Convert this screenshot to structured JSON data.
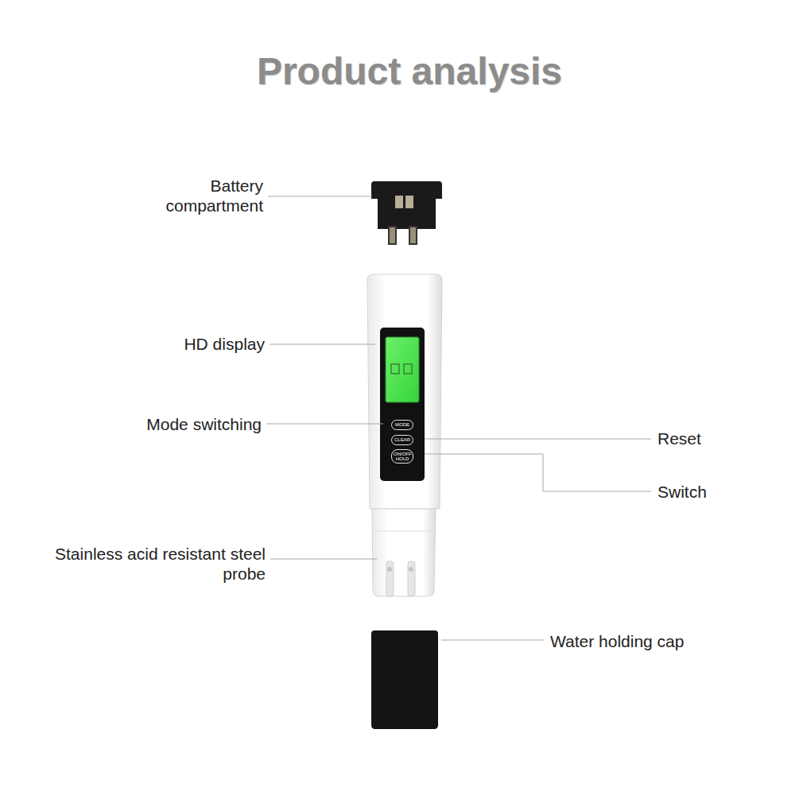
{
  "diagram": {
    "title": "Product analysis",
    "nodes": [
      {
        "text": [
          "MODE"
        ]
      },
      {
        "text": [
          "CLEAR"
        ]
      },
      {
        "text": [
          "ON/OFF HOLD"
        ]
      }
    ],
    "labels": [
      "Battery compartment",
      "HD display",
      "Mode switching",
      "Reset",
      "Switch",
      "Stainless acid resistant steel probe",
      "Water holding cap"
    ]
  }
}
